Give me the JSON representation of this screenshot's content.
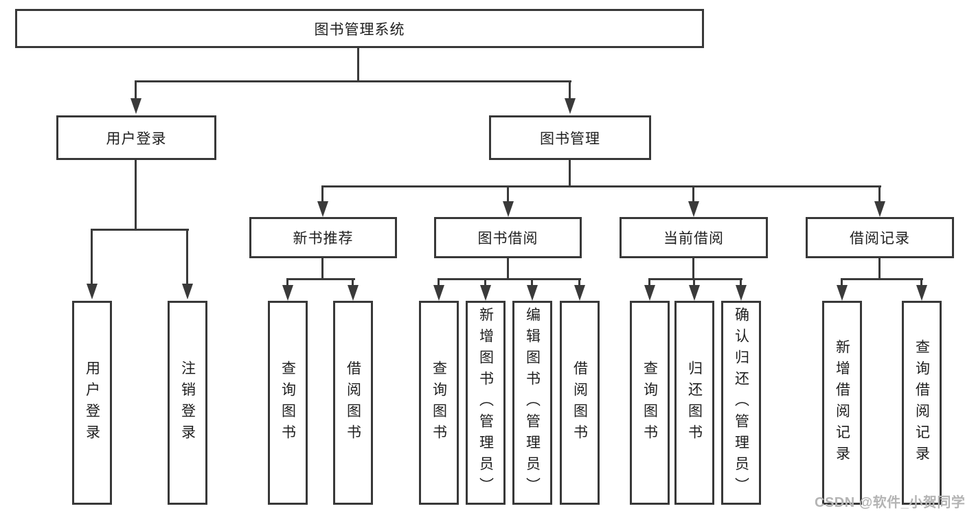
{
  "colors": {
    "line": "#3a3a3a",
    "box_border": "#383838",
    "text": "#1f1f1f",
    "watermark": "#b4b4b4",
    "background": "#ffffff"
  },
  "tree": {
    "label": "图书管理系统",
    "children": [
      {
        "label": "用户登录",
        "children": [
          {
            "label": "用户登录"
          },
          {
            "label": "注销登录"
          }
        ]
      },
      {
        "label": "图书管理",
        "children": [
          {
            "label": "新书推荐",
            "children": [
              {
                "label": "查询图书"
              },
              {
                "label": "借阅图书"
              }
            ]
          },
          {
            "label": "图书借阅",
            "children": [
              {
                "label": "查询图书"
              },
              {
                "label": "新增图书（管理员）"
              },
              {
                "label": "编辑图书（管理员）"
              },
              {
                "label": "借阅图书"
              }
            ]
          },
          {
            "label": "当前借阅",
            "children": [
              {
                "label": "查询图书"
              },
              {
                "label": "归还图书"
              },
              {
                "label": "确认归还（管理员）"
              }
            ]
          },
          {
            "label": "借阅记录",
            "children": [
              {
                "label": "新增借阅记录"
              },
              {
                "label": "查询借阅记录"
              }
            ]
          }
        ]
      }
    ]
  },
  "watermark": {
    "text": "CSDN @软件_小贺同学"
  }
}
